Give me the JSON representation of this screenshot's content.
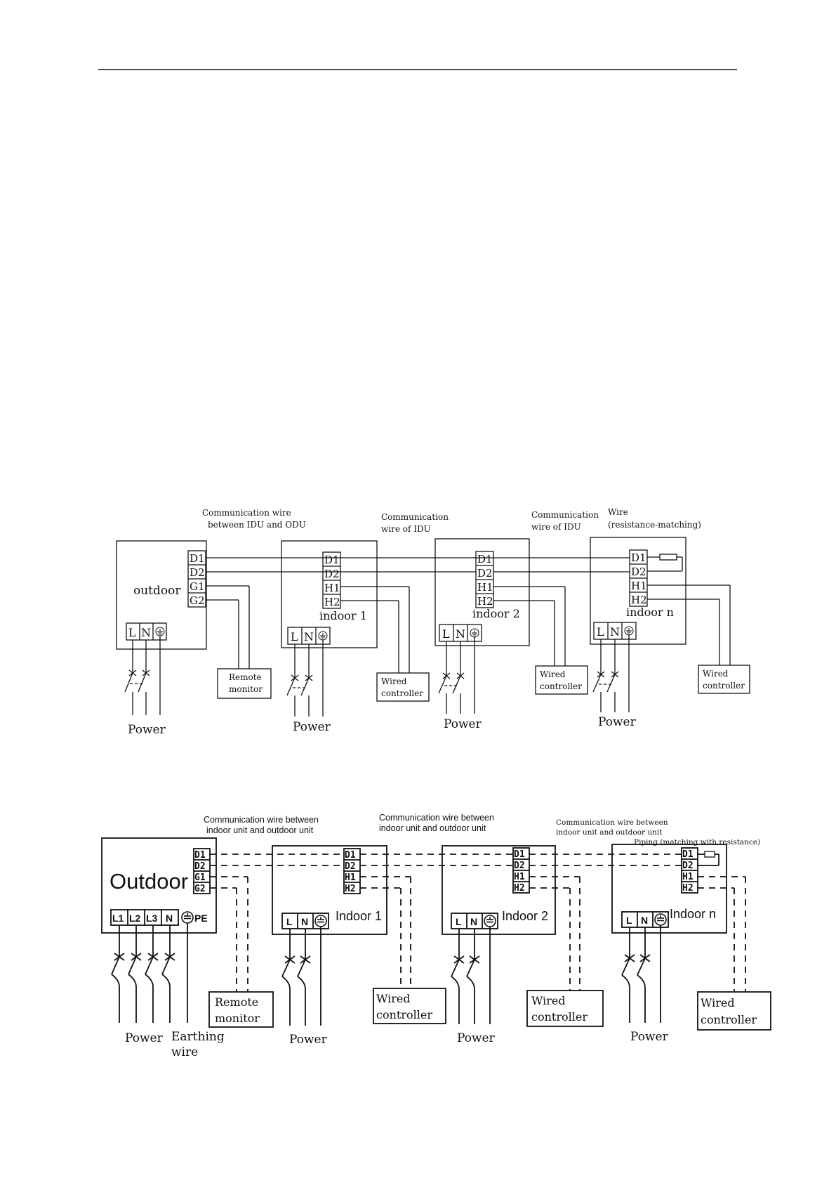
{
  "diagram1": {
    "label_comm_idu_odu_1": "Communication wire",
    "label_comm_idu_odu_2": "between IDU and ODU",
    "label_comm_idu_a_1": "Communication",
    "label_comm_idu_a_2": "wire of IDU",
    "label_comm_idu_b_1": "Communication",
    "label_comm_idu_b_2": "wire of IDU",
    "label_wire_1": "Wire",
    "label_wire_2": "(resistance-matching)",
    "outdoor_name": "outdoor",
    "indoor1_name": "indoor 1",
    "indoor2_name": "indoor 2",
    "indoorn_name": "indoor n",
    "t_D1": "D1",
    "t_D2": "D2",
    "t_G1": "G1",
    "t_G2": "G2",
    "t_H1": "H1",
    "t_H2": "H2",
    "t_L": "L",
    "t_N": "N",
    "remote_1": "Remote",
    "remote_2": "monitor",
    "wired_1": "Wired",
    "wired_2": "controller",
    "power": "Power"
  },
  "diagram2": {
    "label_comm_a_1": "Communication wire between",
    "label_comm_a_2": "indoor unit and outdoor unit",
    "label_comm_b_1": "Communication wire between",
    "label_comm_b_2": "indoor unit and outdoor unit",
    "label_comm_c_1": "Communication wire between",
    "label_comm_c_2": "indoor unit and outdoor unit",
    "label_piping": "Piping (matching with resistance)",
    "outdoor_name": "Outdoor",
    "indoor1_name": "Indoor 1",
    "indoor2_name": "Indoor 2",
    "indoorn_name": "Indoor n",
    "t_L1": "L1",
    "t_L2": "L2",
    "t_L3": "L3",
    "t_N": "N",
    "t_PE": "PE",
    "t_L": "L",
    "t_D1": "D1",
    "t_D2": "D2",
    "t_G1": "G1",
    "t_G2": "G2",
    "t_H1": "H1",
    "t_H2": "H2",
    "remote_1": "Remote",
    "remote_2": "monitor",
    "wired_1": "Wired",
    "wired_2": "controller",
    "power": "Power",
    "earthing_1": "Earthing",
    "earthing_2": "wire"
  }
}
